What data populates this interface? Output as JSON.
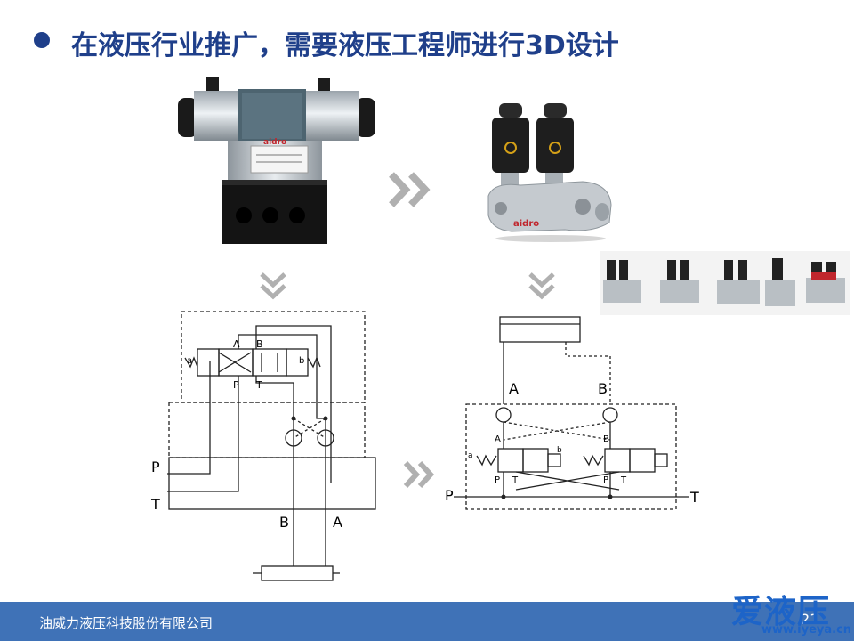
{
  "title": "在液压行业推广，需要液压工程师进行3D设计",
  "footer": {
    "company": "油威力液压科技股份有限公司",
    "page_number": "21"
  },
  "logo": {
    "main": "爱液压",
    "url": "www.iyeya.cn"
  },
  "valve_brand": "aidro",
  "schematic_left": {
    "port_a": "A",
    "port_b": "B",
    "port_p": "P",
    "port_t": "T",
    "coil_a": "a",
    "coil_b": "b",
    "bottom_b": "B",
    "bottom_a": "A"
  },
  "schematic_right": {
    "top_a": "A",
    "top_b": "B",
    "left_a": "A",
    "left_p": "P",
    "left_t": "T",
    "right_b": "B",
    "right_p": "P",
    "right_t": "T",
    "coil_a": "a",
    "coil_b": "b",
    "main_p": "P",
    "main_t": "T"
  },
  "icons": {
    "arrow": "double-chevron-right-icon",
    "arrow_down": "double-chevron-down-icon"
  }
}
